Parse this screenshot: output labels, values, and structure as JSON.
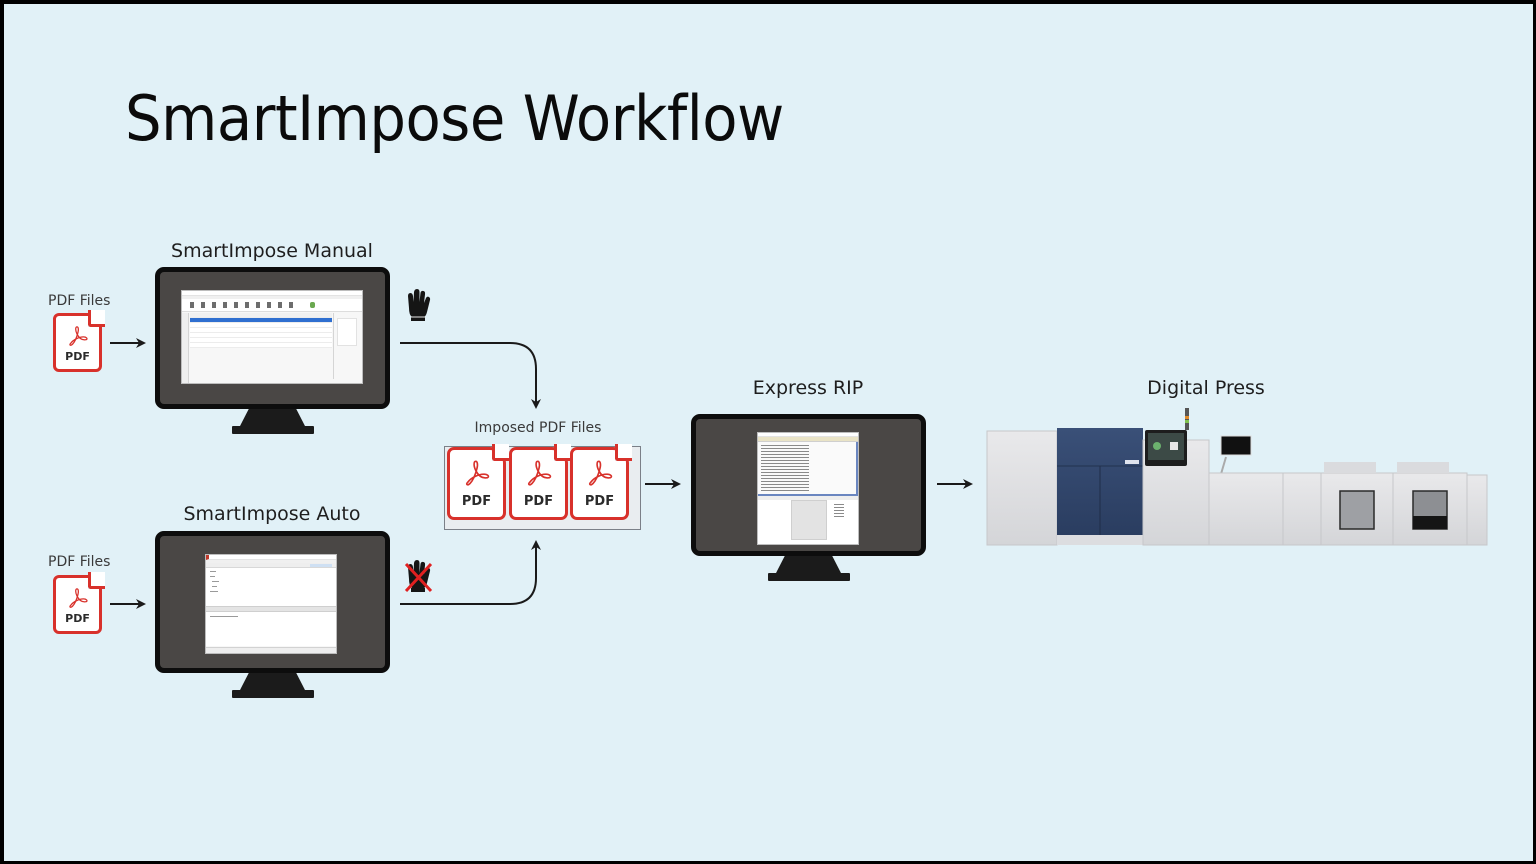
{
  "slide": {
    "title": "SmartImpose Workflow",
    "background_color": "#e1f1f7",
    "accent_color": "#d8312b"
  },
  "manual": {
    "label": "SmartImpose Manual",
    "input_label": "PDF Files",
    "input_icon": "pdf-file-icon",
    "input_icon_text": "PDF",
    "mode_icon": "hand-icon",
    "screen": "smartimpose-manual-app-screenshot"
  },
  "auto": {
    "label": "SmartImpose Auto",
    "input_label": "PDF Files",
    "input_icon": "pdf-file-icon",
    "input_icon_text": "PDF",
    "mode_icon": "hand-crossed-out-icon",
    "screen": "smartimpose-auto-app-screenshot"
  },
  "imposed": {
    "label": "Imposed PDF Files",
    "files": [
      {
        "text": "PDF"
      },
      {
        "text": "PDF"
      },
      {
        "text": "PDF"
      }
    ]
  },
  "rip": {
    "label": "Express RIP",
    "screen": "express-rip-app-screenshot"
  },
  "press": {
    "label": "Digital Press",
    "panel_color": "#2e4468"
  }
}
